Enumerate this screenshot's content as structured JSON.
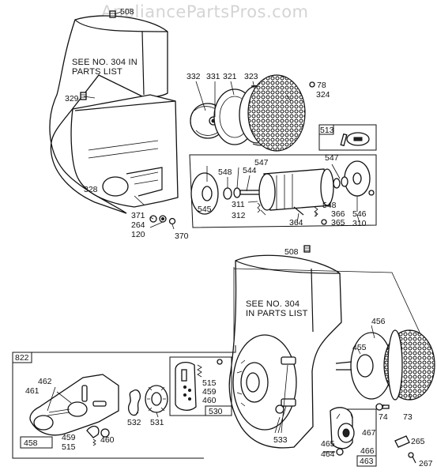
{
  "watermark": "AppliancePartsPros.com",
  "notes": {
    "top_line1": "SEE NO. 304 IN",
    "top_line2": "PARTS LIST",
    "bottom_line1": "SEE NO. 304",
    "bottom_line2": "IN PARTS LIST"
  },
  "labels": {
    "p508_top": "508",
    "p329": "329",
    "p328": "328",
    "p371": "371",
    "p264": "264",
    "p120": "120",
    "p370": "370",
    "p332": "332",
    "p331": "331",
    "p321": "321",
    "p323": "323",
    "p78": "78",
    "p324": "324",
    "p513": "513",
    "p547a": "547",
    "p548a": "548",
    "p544": "544",
    "p545": "545",
    "p311": "311",
    "p312": "312",
    "p364": "364",
    "p547b": "547",
    "p548b": "548",
    "p366": "366",
    "p365": "365",
    "p546": "546",
    "p310": "310",
    "p508_bot": "508",
    "p456": "456",
    "p455": "455",
    "p74": "74",
    "p73": "73",
    "p265": "265",
    "p267": "267",
    "p822": "822",
    "p462": "462",
    "p461": "461",
    "p459a": "459",
    "p515a": "515",
    "p460a": "460",
    "p458": "458",
    "p532": "532",
    "p531": "531",
    "p515b": "515",
    "p459b": "459",
    "p460b": "460",
    "p530": "530",
    "p533": "533",
    "p465": "465",
    "p464": "464",
    "p467": "467",
    "p466": "466",
    "p463": "463"
  }
}
